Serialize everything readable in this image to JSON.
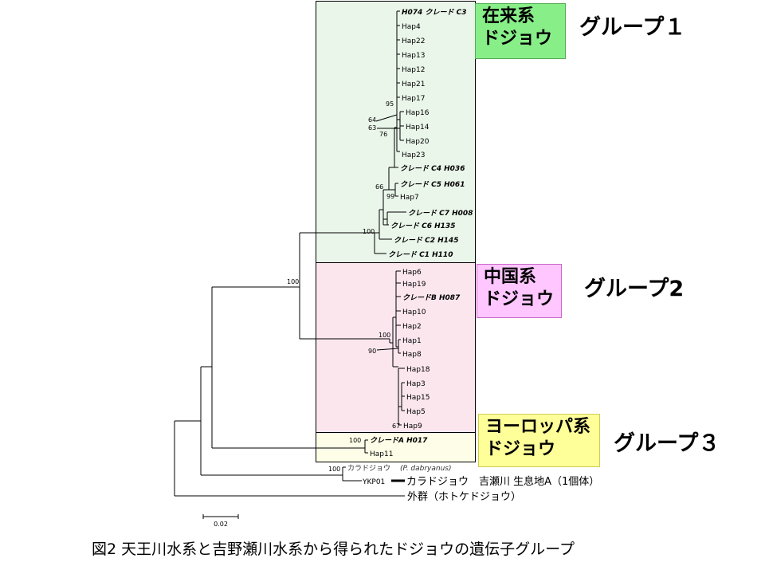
{
  "groups": [
    {
      "native_line1": "在来系",
      "native_line2": "ドジョウ",
      "group_label": "グループ１",
      "fill": "#eaf6ea",
      "badge_color": "#88ee88"
    },
    {
      "native_line1": "中国系",
      "native_line2": "ドジョウ",
      "group_label": "グループ2",
      "fill": "#fbe6ee",
      "badge_color": "#ffc6ff"
    },
    {
      "native_line1": "ヨーロッパ系",
      "native_line2": "ドジョウ",
      "group_label": "グループ３",
      "fill": "#fdfde8",
      "badge_color": "#ffff99"
    }
  ],
  "taxa": [
    "H074  クレード C3",
    "Hap4",
    "Hap22",
    "Hap13",
    "Hap12",
    "Hap21",
    "Hap17",
    "Hap16",
    "Hap14",
    "Hap20",
    "Hap23",
    "クレード C4  H036",
    "クレード C5  H061",
    "Hap7",
    "クレード C7  H008",
    "クレード C6  H135",
    "クレード C2  H145",
    "クレード C1  H110",
    "Hap6",
    "Hap19",
    "クレードB  H087",
    "Hap10",
    "Hap2",
    "Hap1",
    "Hap8",
    "Hap18",
    "Hap3",
    "Hap15",
    "Hap5",
    "Hap9",
    "クレードA  H017",
    "Hap11",
    "カラドジョウ",
    "(P. dabryanus)",
    "YKP01",
    "カラドジョウ　吉瀬川 生息地A（1個体）",
    "外群（ホトケドジョウ）"
  ],
  "bootstrap": [
    "95",
    "64",
    "63",
    "76",
    "66",
    "99",
    "100",
    "100",
    "100",
    "90",
    "67",
    "100",
    "100"
  ],
  "scale_bar": "0.02",
  "caption": "図2  天王川水系と吉野瀬川水系から得られたドジョウの遺伝子グループ"
}
